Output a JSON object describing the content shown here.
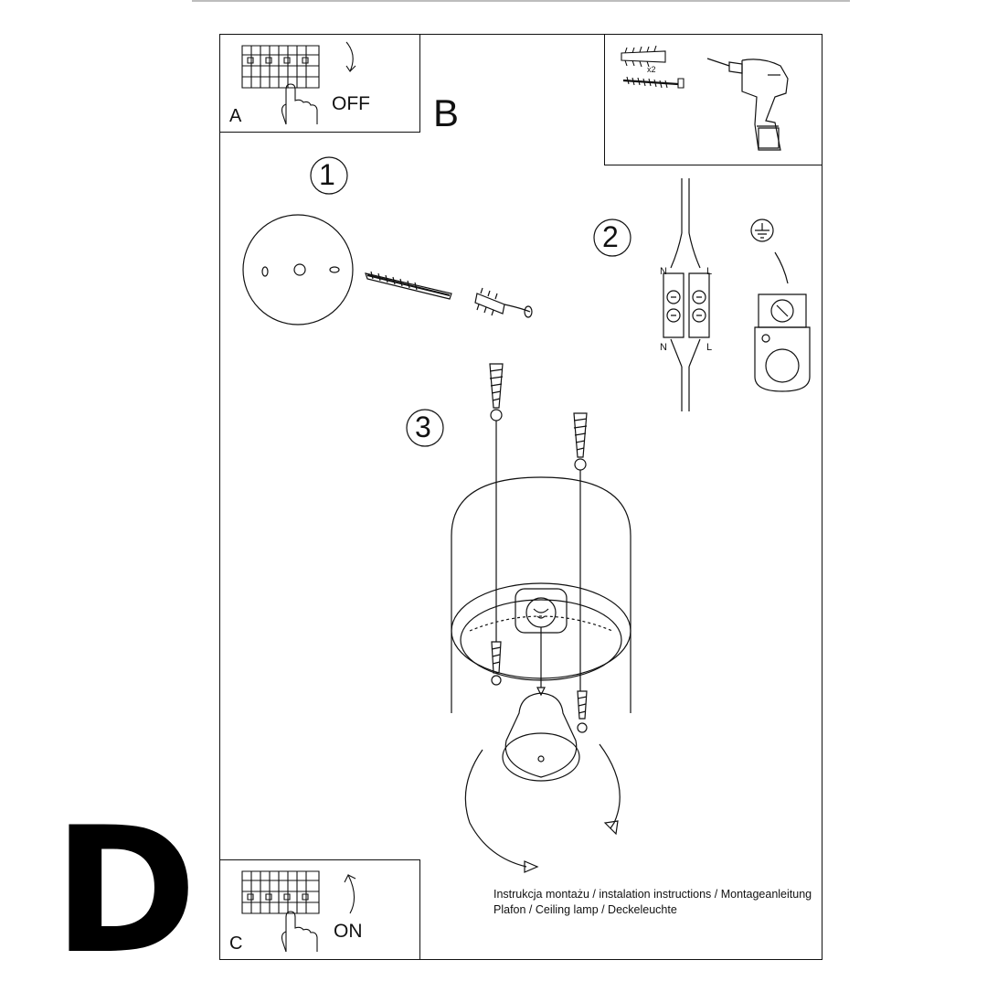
{
  "panel_labels": {
    "a": "A",
    "b": "B",
    "c": "C",
    "d": "D"
  },
  "switch_labels": {
    "off": "OFF",
    "on": "ON"
  },
  "steps": {
    "one": "1",
    "two": "2",
    "three": "3"
  },
  "kit": {
    "quantity": "x2"
  },
  "terminal": {
    "n_top": "N",
    "l_top": "L",
    "n_bottom": "N",
    "l_bottom": "L"
  },
  "caption": {
    "line1": "Instrukcja montażu / instalation instructions / Montageanleitung",
    "line2": "Plafon / Ceiling lamp / Deckeleuchte"
  }
}
